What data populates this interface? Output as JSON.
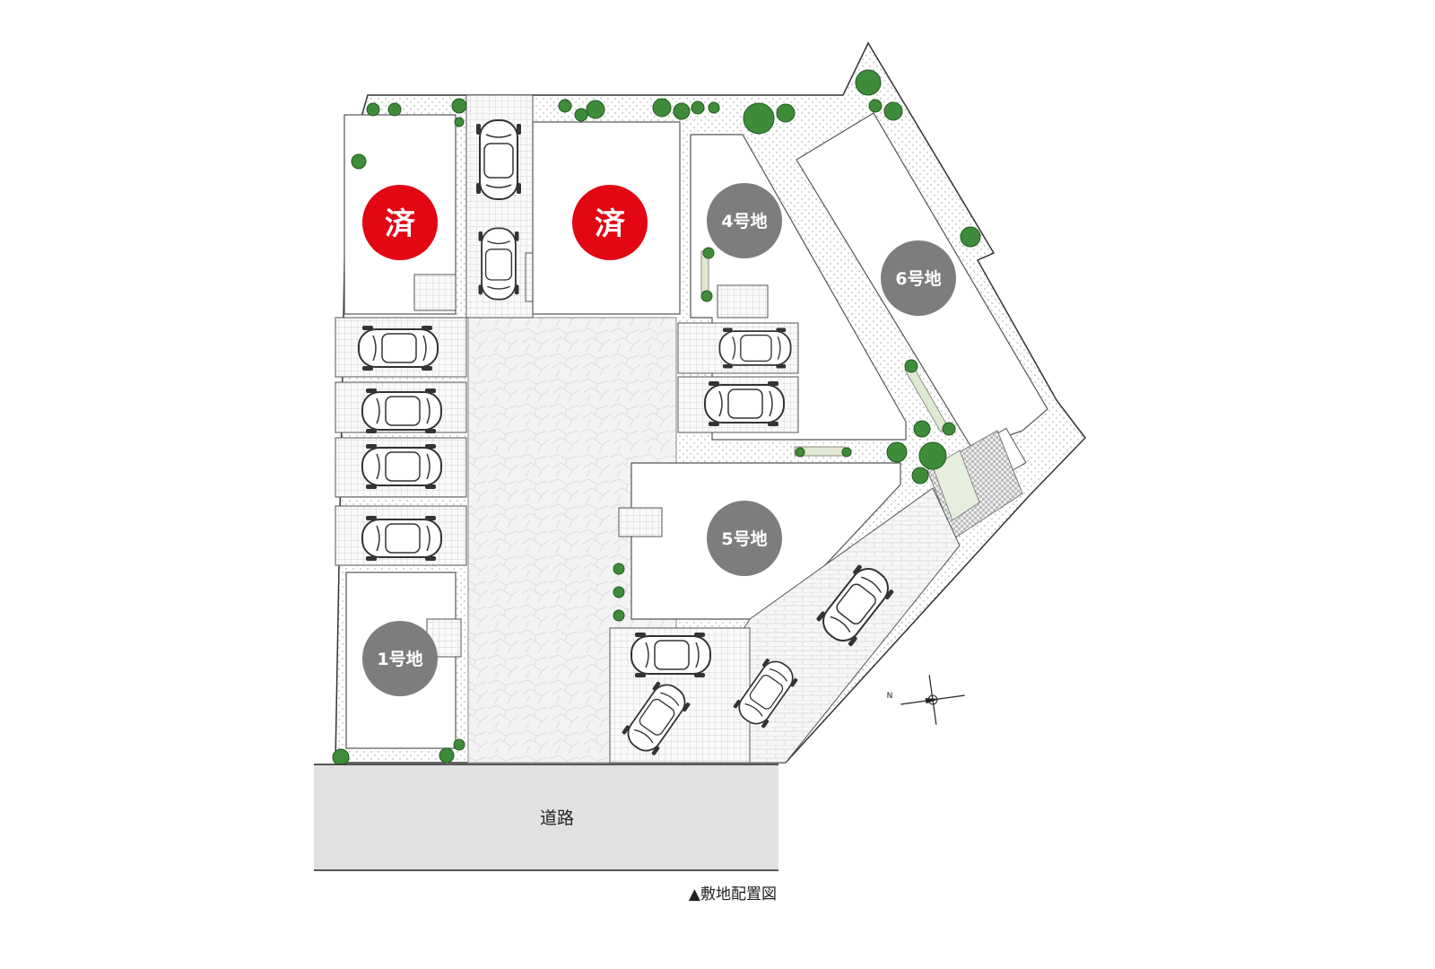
{
  "colors": {
    "greenery": "#eaf1e6",
    "paving": "#f4f4f4",
    "lot_badge": "#7d7d7d",
    "sold_badge": "#e30613",
    "road": "#e1e1e1",
    "tree": "#3e8c3a",
    "outline": "#3c3c3c"
  },
  "lots": [
    {
      "id": "lot-1",
      "label": "1号地",
      "status": "available"
    },
    {
      "id": "lot-4",
      "label": "4号地",
      "status": "available"
    },
    {
      "id": "lot-5",
      "label": "5号地",
      "status": "available"
    },
    {
      "id": "lot-6",
      "label": "6号地",
      "status": "available"
    }
  ],
  "sold_lots": [
    {
      "label": "済",
      "status": "sold"
    },
    {
      "label": "済",
      "status": "sold"
    }
  ],
  "road": {
    "label": "道路"
  },
  "compass": {
    "north_label": "N"
  },
  "caption": "▲敷地配置図",
  "icons": [
    "car-icon",
    "tree-icon",
    "entrance-icon",
    "compass-icon"
  ]
}
